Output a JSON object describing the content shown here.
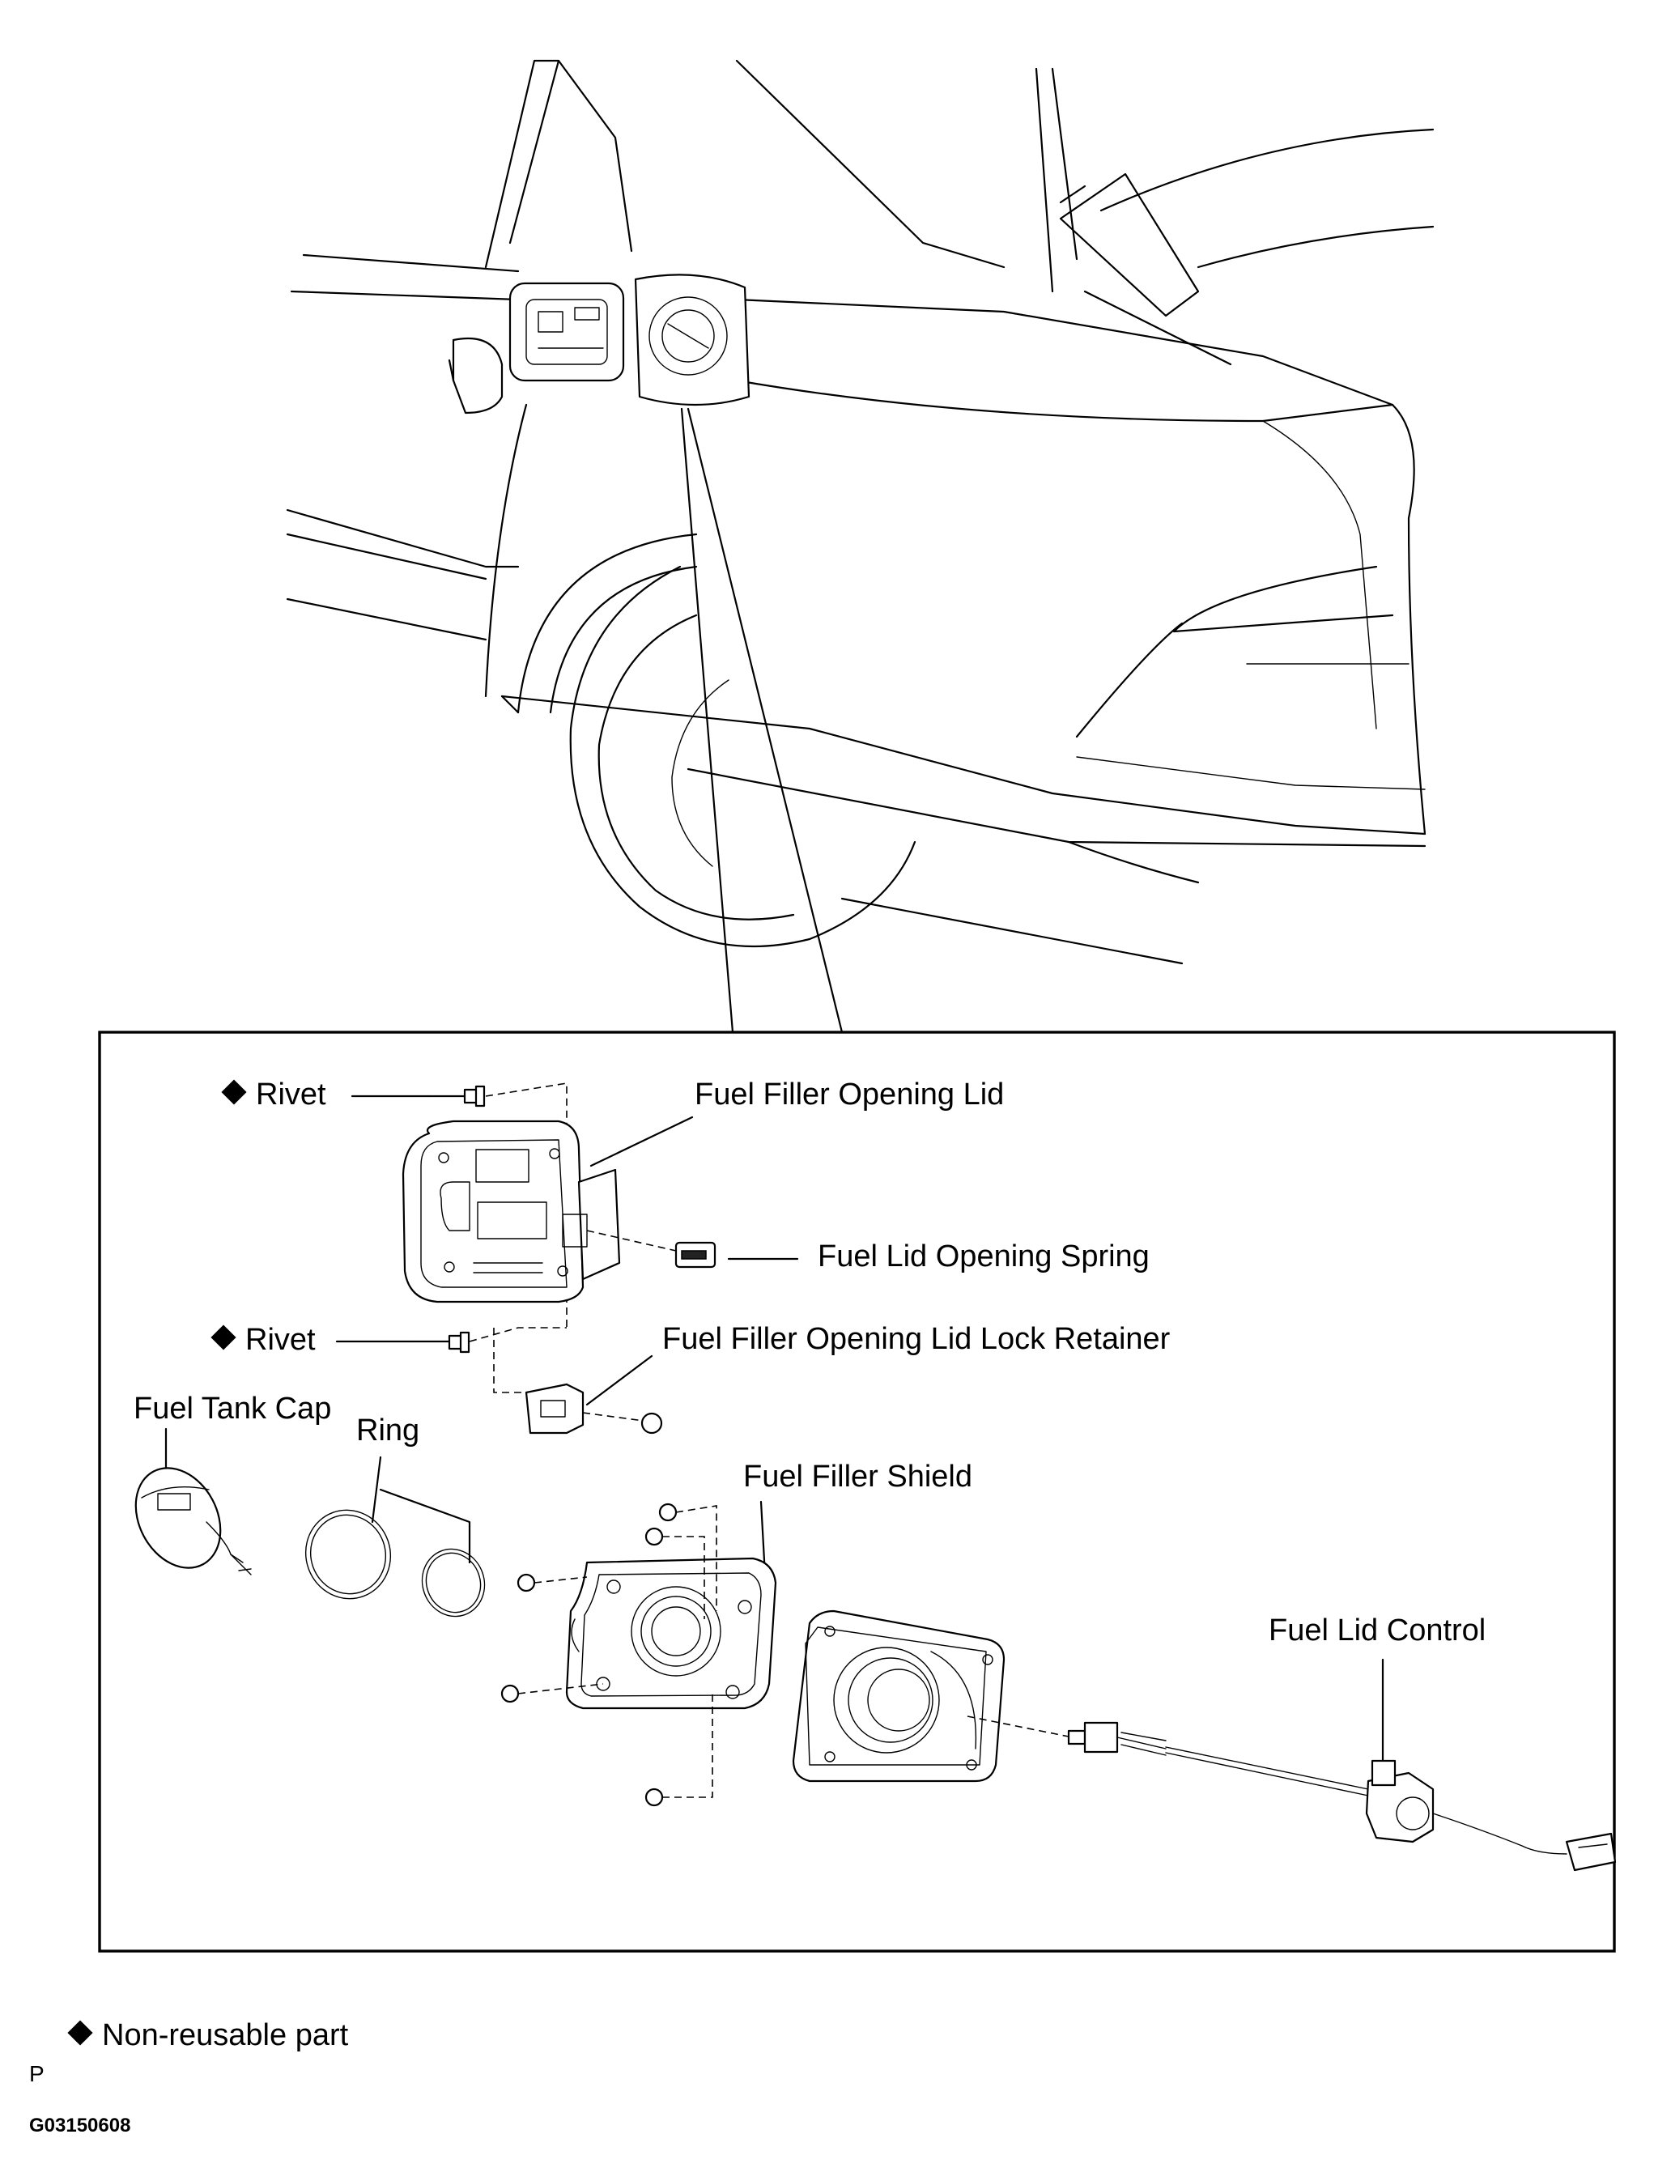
{
  "labels": {
    "rivet_top": "Rivet",
    "fuel_filler_opening_lid": "Fuel Filler Opening Lid",
    "fuel_lid_opening_spring": "Fuel Lid Opening Spring",
    "rivet_bottom": "Rivet",
    "fuel_filler_opening_lid_lock_retainer": "Fuel Filler Opening Lid Lock Retainer",
    "fuel_tank_cap": "Fuel Tank Cap",
    "ring": "Ring",
    "fuel_filler_shield": "Fuel Filler Shield",
    "fuel_lid_control": "Fuel Lid Control"
  },
  "legend": {
    "symbol": "diamond-icon",
    "text": "Non-reusable part"
  },
  "footer": {
    "mark": "P",
    "figure_code": "G03150608"
  }
}
